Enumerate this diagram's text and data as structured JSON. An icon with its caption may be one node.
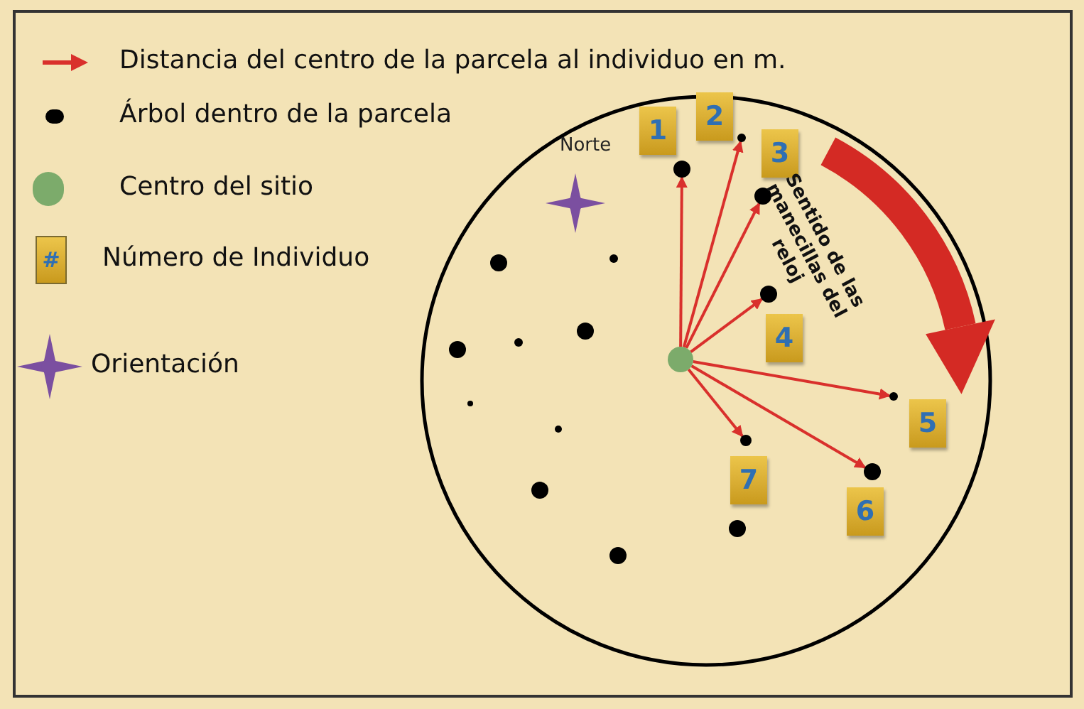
{
  "diagram": {
    "nodes": [
      {
        "text": [],
        "shape": "circle"
      },
      {
        "text": [],
        "shape": "circle"
      },
      {
        "text": [],
        "shape": "circle"
      },
      {
        "text": [],
        "shape": "circle"
      },
      {
        "text": [],
        "shape": "circle"
      },
      {
        "text": [],
        "shape": "circle"
      },
      {
        "text": [],
        "shape": "circle"
      },
      {
        "text": [],
        "shape": "circle"
      },
      {
        "text": [
          "1"
        ]
      },
      {
        "text": [
          "2"
        ]
      },
      {
        "text": [
          "3"
        ]
      },
      {
        "text": [
          "4"
        ]
      },
      {
        "text": [
          "5"
        ]
      },
      {
        "text": [
          "6"
        ]
      },
      {
        "text": [
          "7"
        ]
      }
    ],
    "edges": [
      {
        "from": 0,
        "to": 1,
        "arrow": "to"
      },
      {
        "from": 0,
        "to": 2,
        "arrow": "to"
      },
      {
        "from": 0,
        "to": 3,
        "arrow": "to"
      },
      {
        "from": 0,
        "to": 4,
        "arrow": "to"
      },
      {
        "from": 0,
        "to": 5,
        "arrow": "to"
      },
      {
        "from": 0,
        "to": 6,
        "arrow": "to"
      },
      {
        "from": 0,
        "to": 7,
        "arrow": "to"
      }
    ],
    "labels": [
      "#",
      "Norte",
      "Sentido de las manecillas del reloj"
    ],
    "legend": [
      {
        "text": "Distancia del centro de la parcela al individuo en m."
      },
      {
        "text": "Árbol dentro de la parcela"
      },
      {
        "text": "Centro del sitio",
        "color": "#7cab6b"
      },
      {
        "text": "Número de Individuo"
      },
      {
        "text": "Orientación"
      }
    ]
  }
}
